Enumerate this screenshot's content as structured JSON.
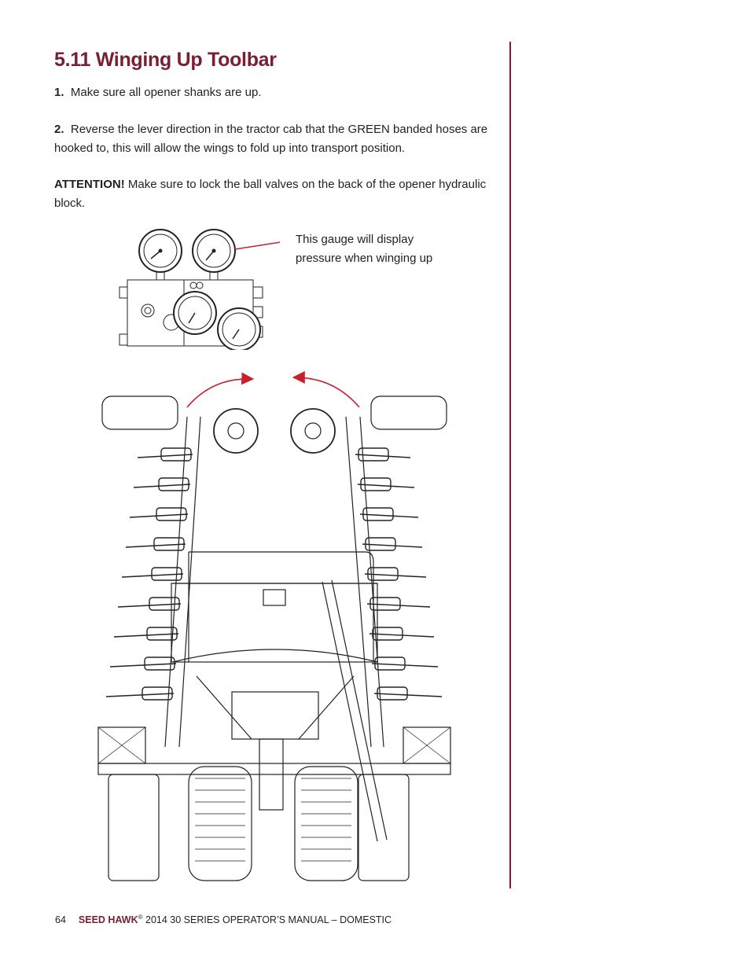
{
  "heading": "5.11 Winging Up Toolbar",
  "steps": [
    {
      "num": "1.",
      "text": "Make sure all opener shanks are up."
    },
    {
      "num": "2.",
      "text": "Reverse the lever direction in the tractor cab that the GREEN banded hoses are hooked to, this will allow the wings to fold up into transport position."
    }
  ],
  "attention": {
    "label": "ATTENTION!",
    "text": "Make sure to lock the ball valves on the back of the opener hydraulic block."
  },
  "callout": {
    "line1": "This gauge will display",
    "line2": "pressure when winging up"
  },
  "footer": {
    "page": "64",
    "brand": "SEED HAWK",
    "reg": "®",
    "rest": " 2014 30 SERIES OPERATOR’S MANUAL – DOMESTIC"
  },
  "colors": {
    "accent": "#7a1f31",
    "arrow": "#c8202f"
  }
}
